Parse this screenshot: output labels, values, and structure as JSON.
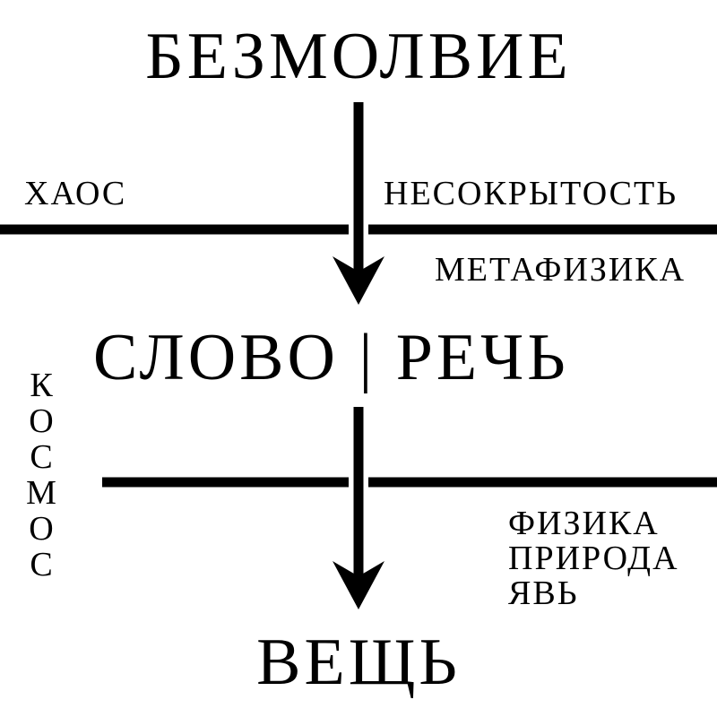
{
  "diagram": {
    "title_top": "БЕЗМОЛВИЕ",
    "title_middle": "СЛОВО | РЕЧЬ",
    "title_bottom": "ВЕЩЬ",
    "upper_left_label": "ХАОС",
    "upper_right_label": "НЕСОКРЫТОСТЬ",
    "upper_right_sublabel": "МЕТАФИЗИКА",
    "left_vertical_label": "КОСМОС",
    "lower_right_labels": [
      "ФИЗИКА",
      "ПРИРОДА",
      "ЯВЬ"
    ]
  },
  "colors": {
    "ink": "#000000",
    "background": "#ffffff"
  }
}
